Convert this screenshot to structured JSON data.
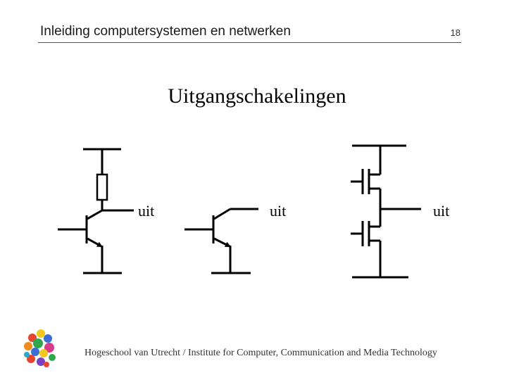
{
  "header": {
    "title": "Inleiding computersystemen en netwerken",
    "page_number": "18"
  },
  "slide": {
    "title": "Uitgangschakelingen"
  },
  "circuits": [
    {
      "output_label": "uit"
    },
    {
      "output_label": "uit"
    },
    {
      "output_label": "uit"
    }
  ],
  "footer": {
    "text": "Hogeschool van Utrecht / Institute for Computer, Communication and Media Technology"
  },
  "colors": {
    "ink": "#000000",
    "header_rule": "#555555"
  }
}
